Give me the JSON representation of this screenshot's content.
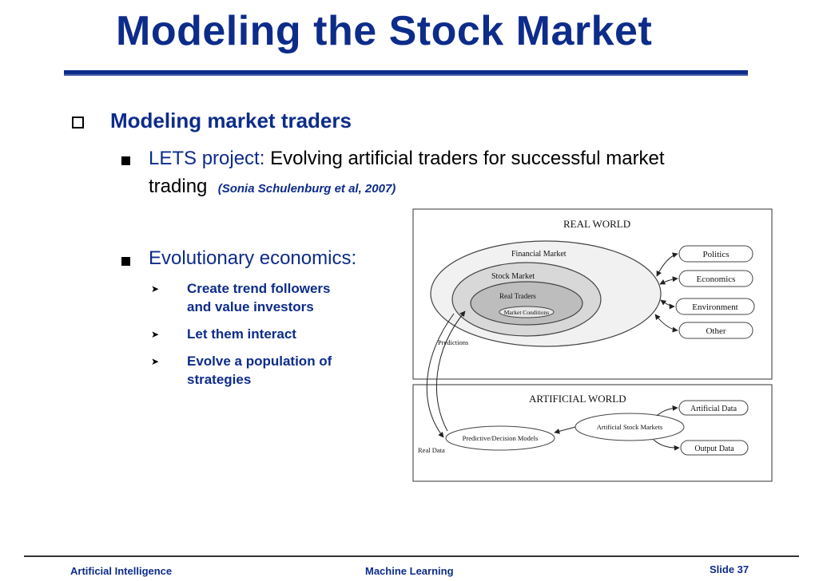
{
  "slide": {
    "title": "Modeling the Stock Market",
    "heading": "Modeling market traders",
    "bullet1": {
      "label": "LETS project:",
      "text_a": " Evolving artificial traders for successful market",
      "text_b": "trading",
      "citation": "(Sonia Schulenburg et al, 2007)"
    },
    "bullet2": {
      "text": "Evolutionary economics:",
      "subitems": [
        {
          "line1": "Create trend followers",
          "line2": "and value investors"
        },
        {
          "line1": "Let them interact",
          "line2": ""
        },
        {
          "line1": "Evolve a population of",
          "line2": "strategies"
        }
      ]
    }
  },
  "diagram": {
    "real_world": "REAL WORLD",
    "financial_market": "Financial Market",
    "stock_market": "Stock Market",
    "real_traders": "Real Traders",
    "market_conditions": "Market Conditions",
    "politics": "Politics",
    "economics": "Economics",
    "environment": "Environment",
    "other": "Other",
    "predictions": "Predictions",
    "artificial_world": "ARTIFICIAL WORLD",
    "artificial_data": "Artificial Data",
    "artificial_stock_markets": "Artificial Stock Markets",
    "predictive_models": "Predictive/Decision Models",
    "output_data": "Output Data",
    "real_data": "Real Data"
  },
  "footer": {
    "left": "Artificial Intelligence",
    "center": "Machine Learning",
    "right": "Slide 37"
  },
  "colors": {
    "accent": "#0d2c8a"
  }
}
